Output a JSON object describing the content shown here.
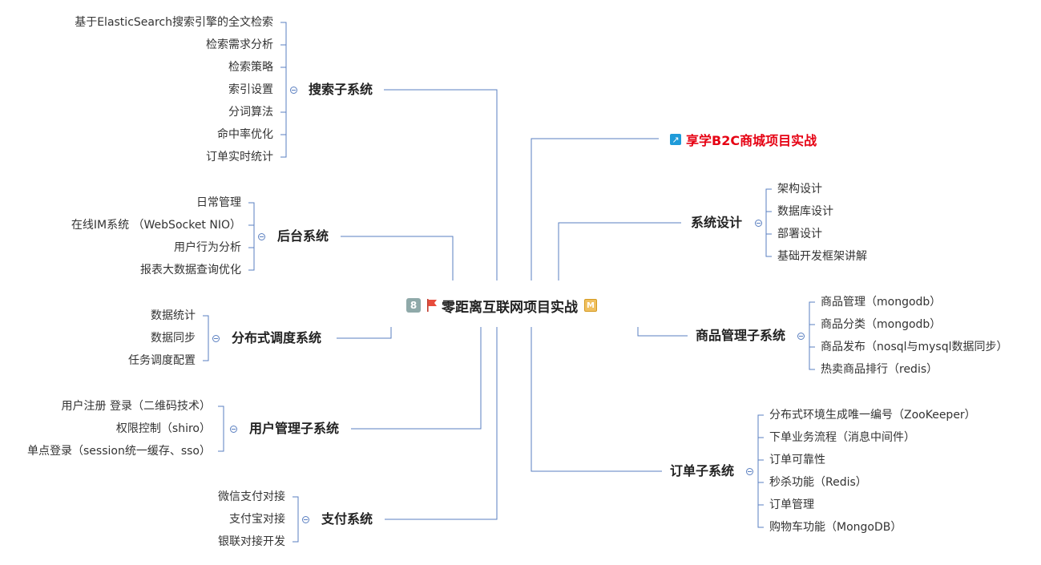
{
  "root": {
    "title": "零距离互联网项目实战",
    "badge": "8",
    "marker": "M"
  },
  "link": {
    "label": "享学B2C商城项目实战"
  },
  "colors": {
    "line": "#5a7fc0",
    "link_text": "#e60012",
    "badge": "#8fa9a9"
  },
  "icons": {
    "flag": "flag-icon",
    "link": "arrow-link-icon",
    "collapse": "collapse-icon",
    "marker": "marker-icon"
  },
  "branches": {
    "search": {
      "label": "搜索子系统",
      "items": [
        "基于ElasticSearch搜索引擎的全文检索",
        "检索需求分析",
        "检索策略",
        "索引设置",
        "分词算法",
        "命中率优化",
        "订单实时统计"
      ]
    },
    "backend": {
      "label": "后台系统",
      "items": [
        "日常管理",
        "在线IM系统 （WebSocket NIO）",
        "用户行为分析",
        "报表大数据查询优化"
      ]
    },
    "scheduler": {
      "label": "分布式调度系统",
      "items": [
        "数据统计",
        "数据同步",
        "任务调度配置"
      ]
    },
    "user": {
      "label": "用户管理子系统",
      "items": [
        "用户注册 登录（二维码技术）",
        "权限控制（shiro）",
        "单点登录（session统一缓存、sso）"
      ]
    },
    "payment": {
      "label": "支付系统",
      "items": [
        "微信支付对接",
        "支付宝对接",
        "银联对接开发"
      ]
    },
    "design": {
      "label": "系统设计",
      "items": [
        "架构设计",
        "数据库设计",
        "部署设计",
        "基础开发框架讲解"
      ]
    },
    "goods": {
      "label": "商品管理子系统",
      "items": [
        "商品管理（mongodb）",
        "商品分类（mongodb）",
        "商品发布（nosql与mysql数据同步）",
        "热卖商品排行（redis）"
      ]
    },
    "order": {
      "label": "订单子系统",
      "items": [
        "分布式环境生成唯一编号（ZooKeeper）",
        "下单业务流程（消息中间件）",
        "订单可靠性",
        "秒杀功能（Redis）",
        "订单管理",
        "购物车功能（MongoDB）"
      ]
    }
  }
}
